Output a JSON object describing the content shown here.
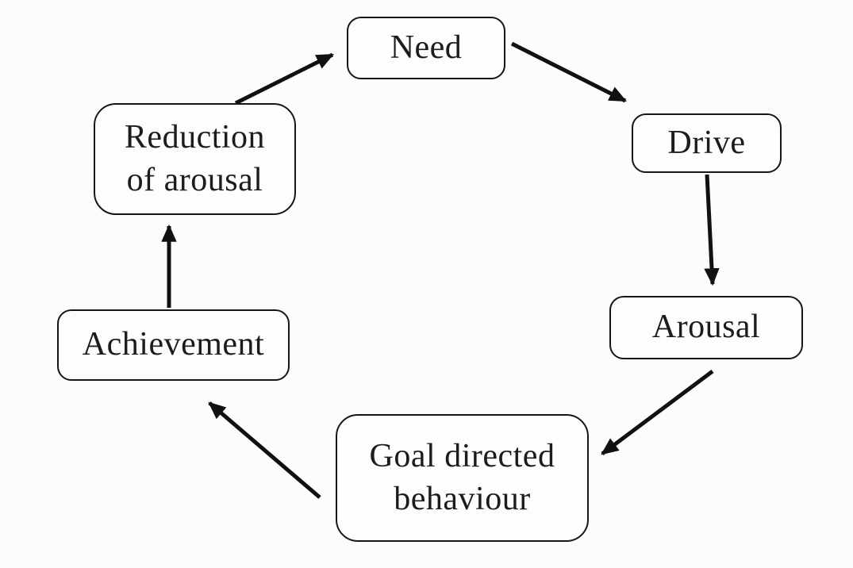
{
  "diagram": {
    "type": "cycle",
    "description": "Cycle of motivation flow diagram",
    "nodes": [
      {
        "id": "need",
        "lines": [
          "Need"
        ]
      },
      {
        "id": "drive",
        "lines": [
          "Drive"
        ]
      },
      {
        "id": "arousal",
        "lines": [
          "Arousal"
        ]
      },
      {
        "id": "goal-directed-behaviour",
        "lines": [
          "Goal directed",
          "behaviour"
        ]
      },
      {
        "id": "achievement",
        "lines": [
          "Achievement"
        ]
      },
      {
        "id": "reduction-of-arousal",
        "lines": [
          "Reduction",
          "of arousal"
        ]
      }
    ],
    "edges": [
      {
        "from": "Need",
        "to": "Drive"
      },
      {
        "from": "Drive",
        "to": "Arousal"
      },
      {
        "from": "Arousal",
        "to": "Goal directed behaviour"
      },
      {
        "from": "Goal directed behaviour",
        "to": "Achievement"
      },
      {
        "from": "Achievement",
        "to": "Reduction of arousal"
      },
      {
        "from": "Reduction of arousal",
        "to": "Need"
      }
    ],
    "colors": {
      "background": "#fcfcfb",
      "node_fill": "#fdfdfd",
      "stroke": "#161616",
      "text": "#1c1c1c",
      "arrow": "#111111"
    }
  }
}
